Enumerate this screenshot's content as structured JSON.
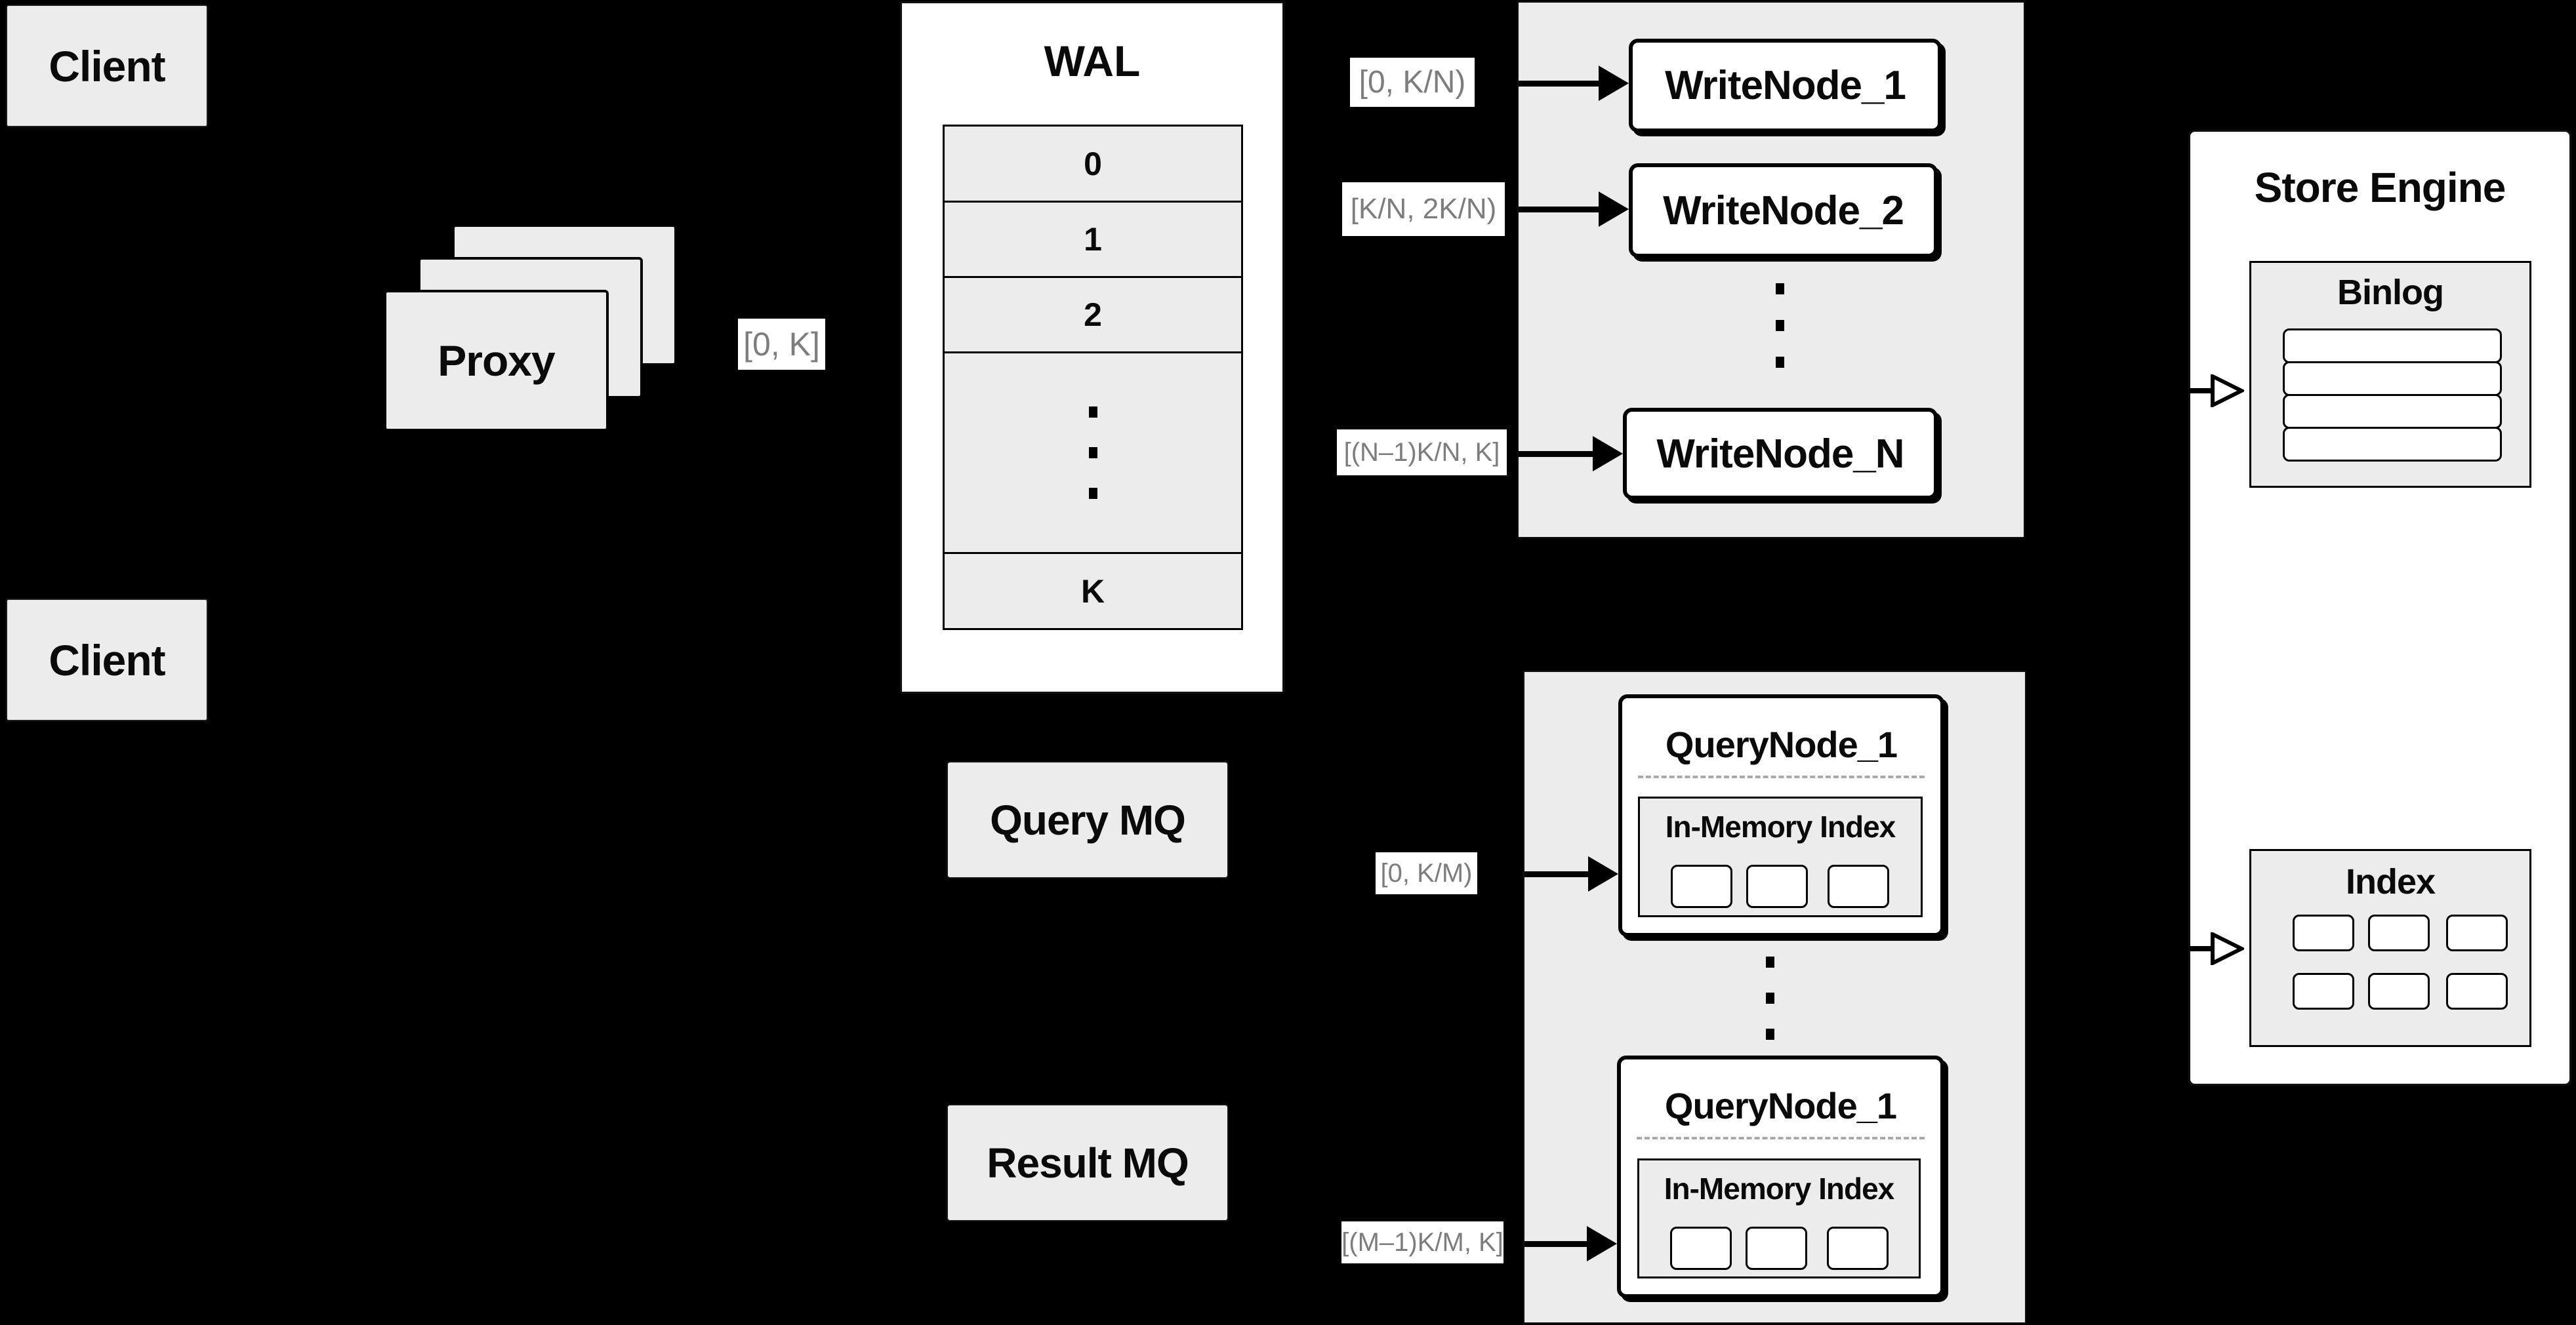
{
  "clients": {
    "top": "Client",
    "bottom": "Client"
  },
  "proxy": {
    "label": "Proxy",
    "range_label": "[0, K]"
  },
  "wal": {
    "title": "WAL",
    "segments": [
      "0",
      "1",
      "2"
    ],
    "tail_segment": "K"
  },
  "write_cluster": {
    "nodes": [
      {
        "label": "WriteNode_1",
        "range": "[0, K/N)"
      },
      {
        "label": "WriteNode_2",
        "range": "[K/N, 2K/N)"
      },
      {
        "label": "WriteNode_N",
        "range": "[(N–1)K/N, K]"
      }
    ]
  },
  "mq": {
    "query": "Query MQ",
    "result": "Result MQ"
  },
  "query_cluster": {
    "nodes": [
      {
        "title": "QueryNode_1",
        "memory_label": "In-Memory Index",
        "range": "[0, K/M)"
      },
      {
        "title": "QueryNode_1",
        "memory_label": "In-Memory Index",
        "range": "[(M–1)K/M, K]"
      }
    ]
  },
  "store_engine": {
    "title": "Store Engine",
    "binlog_title": "Binlog",
    "index_title": "Index"
  },
  "colors": {
    "background": "#000000",
    "panel_fill": "#ececec",
    "node_fill": "#ffffff",
    "line": "#000000",
    "range_text": "#7d7d7d"
  }
}
